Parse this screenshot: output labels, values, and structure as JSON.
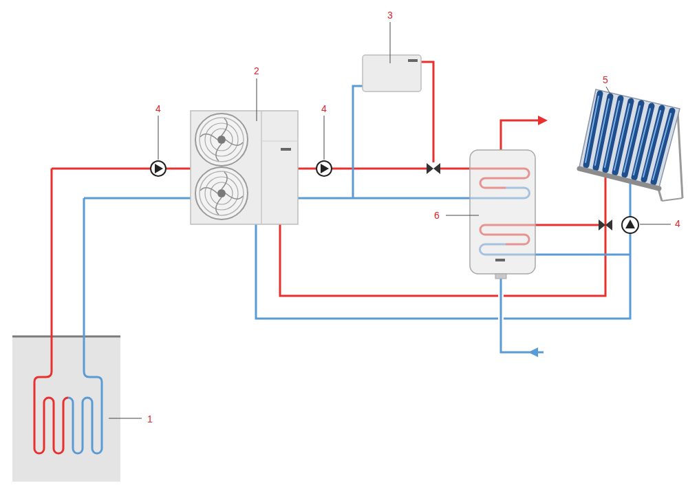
{
  "diagram": {
    "labels": [
      "3",
      "2",
      "4",
      "4",
      "5",
      "6",
      "4",
      "1"
    ]
  }
}
